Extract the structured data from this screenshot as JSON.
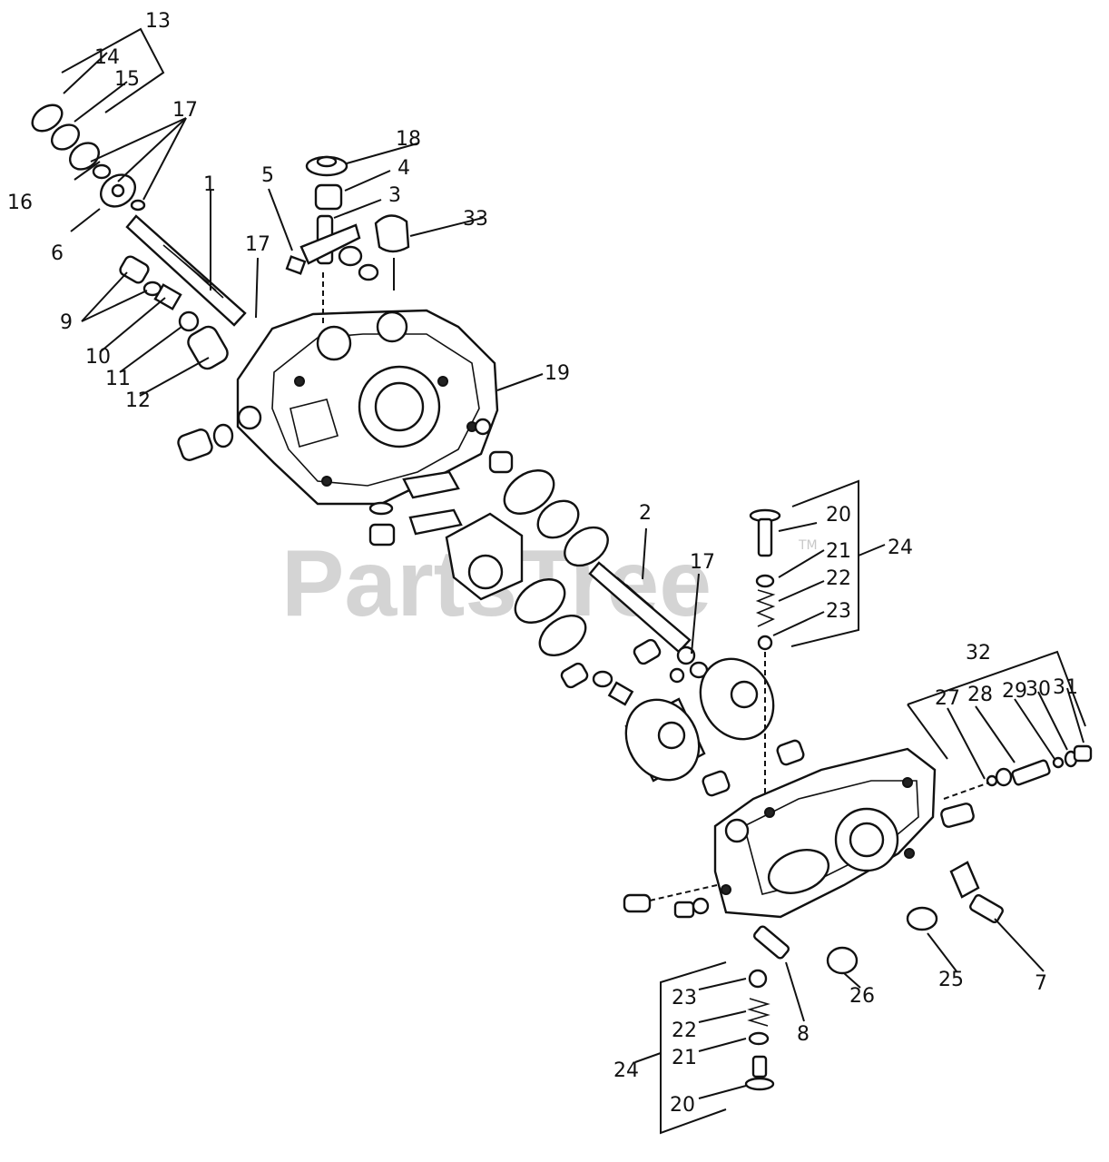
{
  "watermark": {
    "brand": "PartsTree",
    "trademark": "TM"
  },
  "callouts": {
    "c1": "1",
    "c2": "2",
    "c3": "3",
    "c4": "4",
    "c5": "5",
    "c6": "6",
    "c7": "7",
    "c8": "8",
    "c9": "9",
    "c10": "10",
    "c11": "11",
    "c12": "12",
    "c13": "13",
    "c14": "14",
    "c15": "15",
    "c16": "16",
    "c17a": "17",
    "c17b": "17",
    "c17c": "17",
    "c18": "18",
    "c19": "19",
    "c20a": "20",
    "c21a": "21",
    "c22a": "22",
    "c23a": "23",
    "c24a": "24",
    "c20b": "20",
    "c21b": "21",
    "c22b": "22",
    "c23b": "23",
    "c24b": "24",
    "c25": "25",
    "c26": "26",
    "c27": "27",
    "c28": "28",
    "c29": "29",
    "c30": "30",
    "c31": "31",
    "c32": "32",
    "c33": "33"
  }
}
